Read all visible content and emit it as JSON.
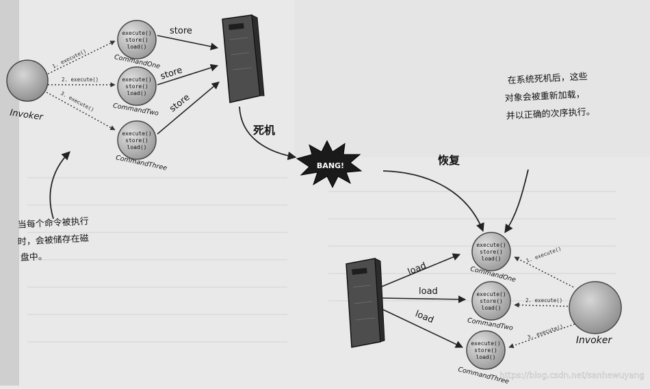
{
  "top": {
    "invoker_label": "Invoker",
    "calls": [
      "1. execute()",
      "2. execute()",
      "3. execute()"
    ],
    "store_label": "store",
    "commands": [
      {
        "name": "CommandOne",
        "methods": [
          "execute()",
          "store()",
          "load()"
        ]
      },
      {
        "name": "CommandTwo",
        "methods": [
          "execute()",
          "store()",
          "load()"
        ]
      },
      {
        "name": "CommandThree",
        "methods": [
          "execute()",
          "store()",
          "load()"
        ]
      }
    ],
    "note_lines": [
      "当每个命令被执行",
      "时，会被储存在磁",
      "盘中。"
    ]
  },
  "middle": {
    "crash_label": "死机",
    "bang_label": "BANG!",
    "recover_label": "恢复"
  },
  "bottom": {
    "invoker_label": "Invoker",
    "calls": [
      "1. execute()",
      "2. execute()",
      "3. execute()"
    ],
    "load_label": "load",
    "commands": [
      {
        "name": "CommandOne",
        "methods": [
          "execute()",
          "store()",
          "load()"
        ]
      },
      {
        "name": "CommandTwo",
        "methods": [
          "execute()",
          "store()",
          "load()"
        ]
      },
      {
        "name": "CommandThree",
        "methods": [
          "execute()",
          "store()",
          "load()"
        ]
      }
    ],
    "note_lines": [
      "在系统死机后，这些",
      "对象会被重新加载，",
      "并以正确的次序执行。"
    ]
  },
  "watermark": "https://blog.csdn.net/sanhewuyang",
  "colors": {
    "background": "#e9e9e9",
    "command_fill": "#c7c7c7",
    "invoker_fill": "#bdbdbd",
    "server_fill": "#4d4d4d",
    "bang_fill": "#1a1a1a"
  }
}
